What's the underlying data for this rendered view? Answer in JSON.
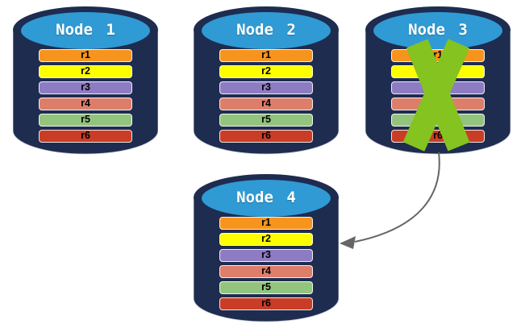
{
  "colors": {
    "cylinder_body": "#1E2C50",
    "cylinder_top": "#2F9AD3",
    "cylinder_outline": "#C4C9D2",
    "node_title_text": "#FFFFFF",
    "row_text": "#000000",
    "x_mark": "#84C320",
    "arrow": "#666666"
  },
  "rows": [
    {
      "label": "r1",
      "color": "#F7941D"
    },
    {
      "label": "r2",
      "color": "#FEFE00"
    },
    {
      "label": "r3",
      "color": "#8E7CC3"
    },
    {
      "label": "r4",
      "color": "#DD7E6B"
    },
    {
      "label": "r5",
      "color": "#93C47D"
    },
    {
      "label": "r6",
      "color": "#C93D26"
    }
  ],
  "nodes": [
    {
      "title": "Node 1",
      "failed": false
    },
    {
      "title": "Node 2",
      "failed": false
    },
    {
      "title": "Node 3",
      "failed": true
    },
    {
      "title": "Node 4",
      "failed": false
    }
  ]
}
